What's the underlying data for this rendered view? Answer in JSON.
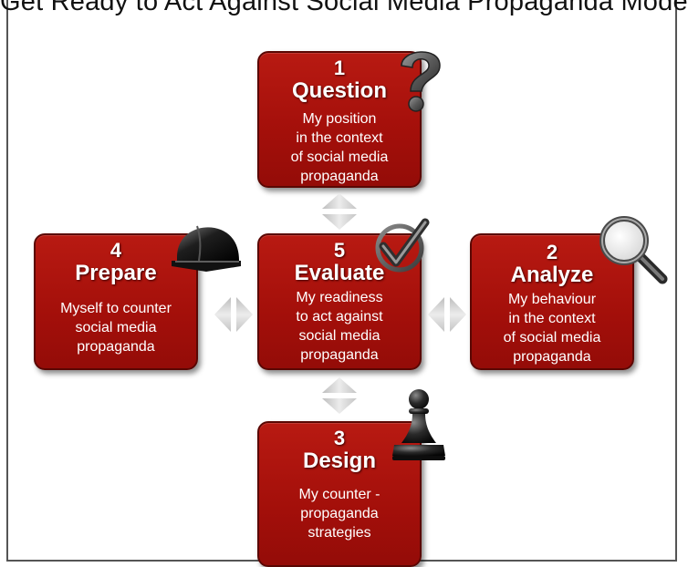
{
  "title": "Get Ready to Act Against Social Media Propaganda Model",
  "steps": [
    {
      "number": "1",
      "name": "Question",
      "description": "My position\nin the context\nof social media\npropaganda",
      "icon": "question-mark-icon"
    },
    {
      "number": "2",
      "name": "Analyze",
      "description": "My behaviour\nin the context\nof social media\npropaganda",
      "icon": "magnifying-glass-icon"
    },
    {
      "number": "3",
      "name": "Design",
      "description": "My counter -\npropaganda\nstrategies",
      "icon": "chess-pawn-icon"
    },
    {
      "number": "4",
      "name": "Prepare",
      "description": "Myself to counter\nsocial media\npropaganda",
      "icon": "hard-hat-icon"
    },
    {
      "number": "5",
      "name": "Evaluate",
      "description": "My readiness\nto act against\nsocial media\npropaganda",
      "icon": "check-mark-icon"
    }
  ],
  "colors": {
    "box_fill": "#a8120c",
    "box_border": "#5a0703",
    "arrow": "#d0d0d0",
    "frame": "#555555"
  }
}
